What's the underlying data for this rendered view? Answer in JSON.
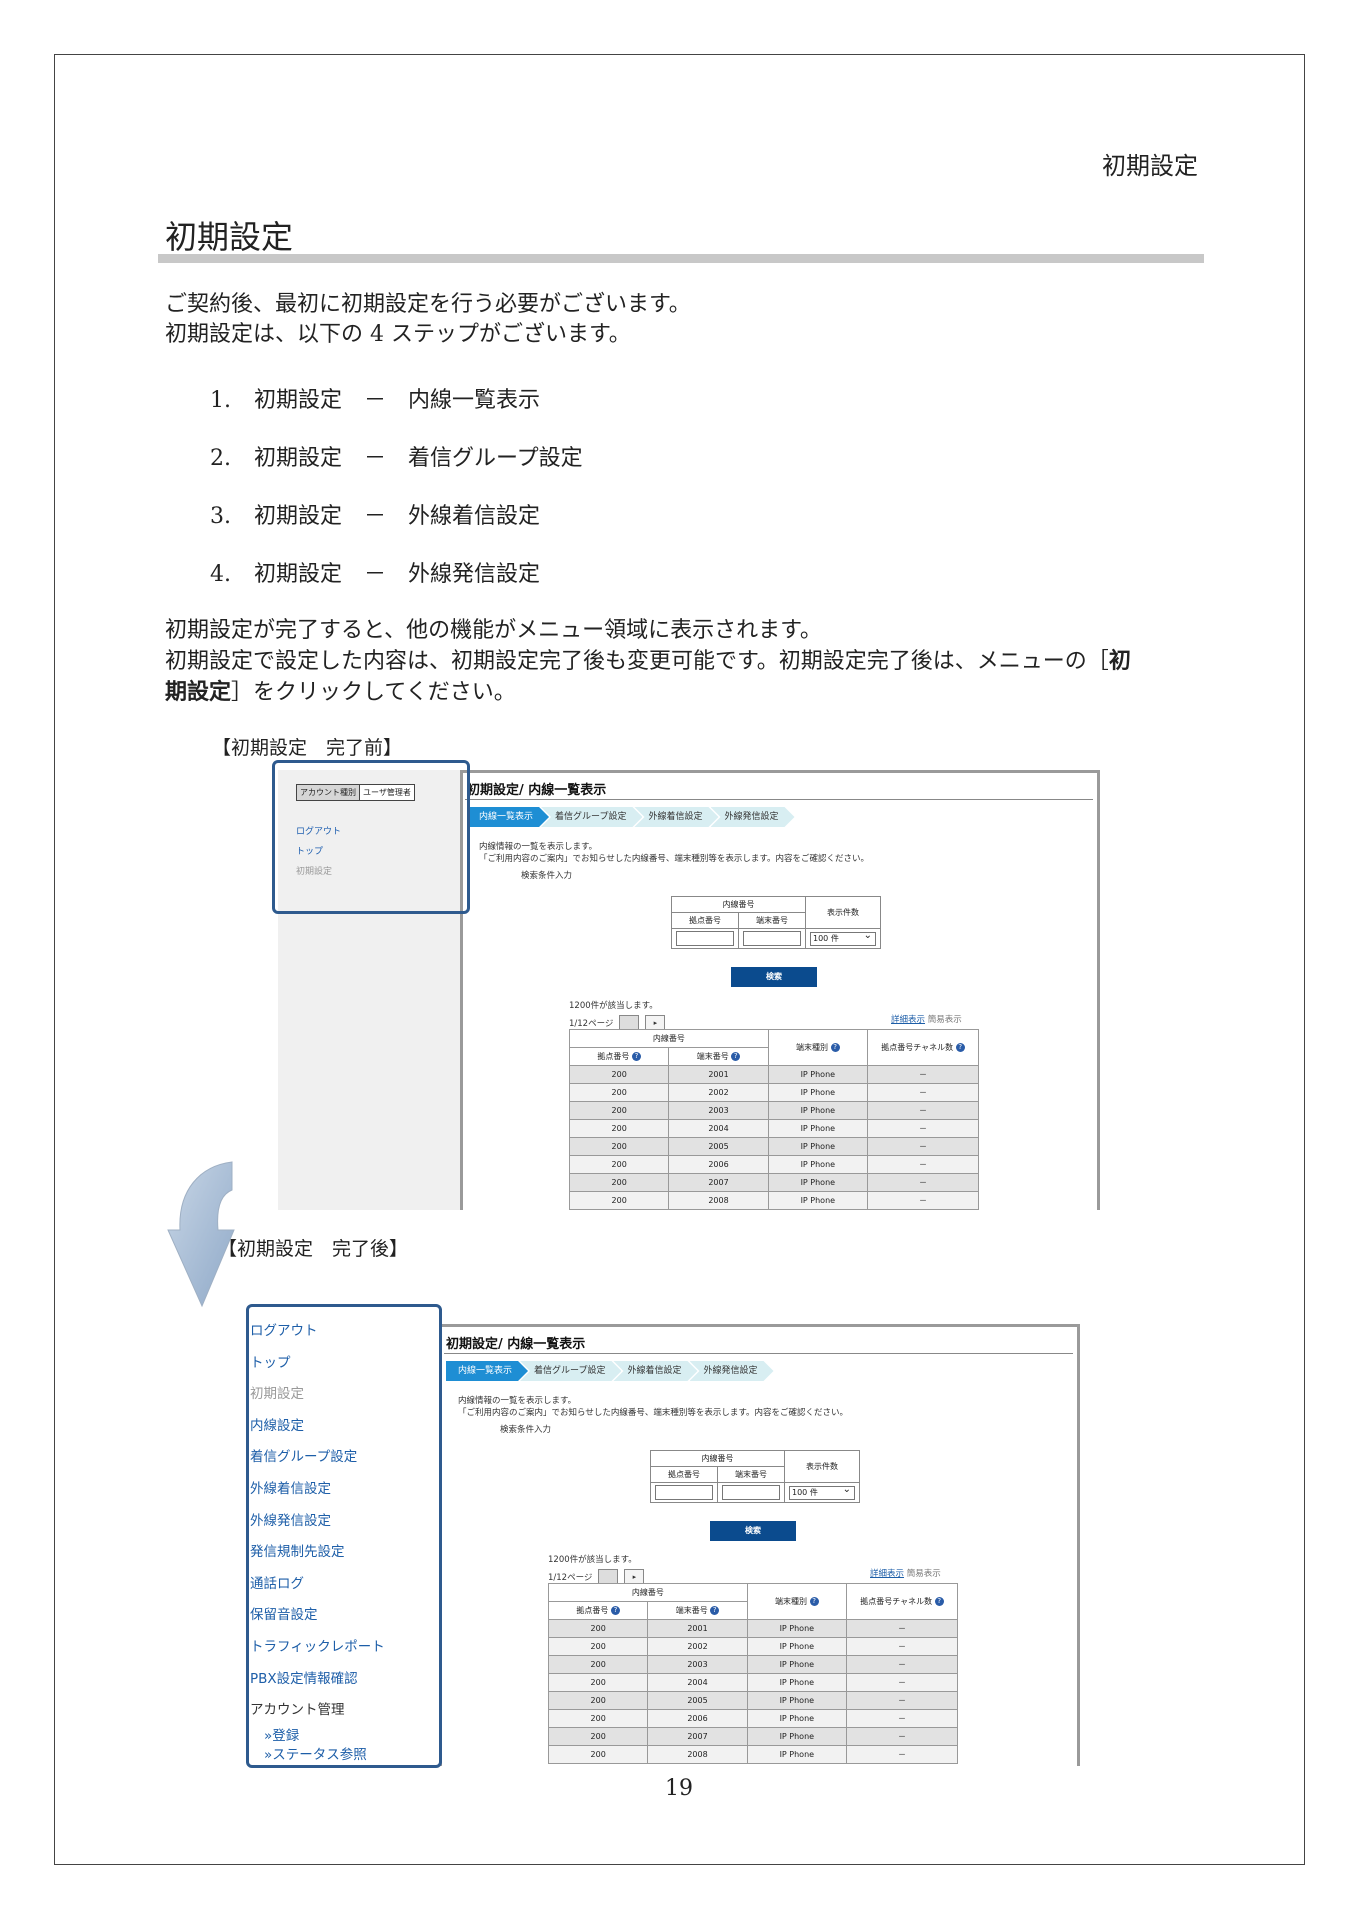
{
  "running_head": "初期設定",
  "page_title": "初期設定",
  "intro": [
    "ご契約後、最初に初期設定を行う必要がございます。",
    "初期設定は、以下の 4 ステップがございます。"
  ],
  "steps": [
    {
      "num": "1.",
      "text": "初期設定　－　内線一覧表示"
    },
    {
      "num": "2.",
      "text": "初期設定　－　着信グループ設定"
    },
    {
      "num": "3.",
      "text": "初期設定　－　外線着信設定"
    },
    {
      "num": "4.",
      "text": "初期設定　－　外線発信設定"
    }
  ],
  "after_text": {
    "line1": "初期設定が完了すると、他の機能がメニュー領域に表示されます。",
    "line2a": "初期設定で設定した内容は、初期設定完了後も変更可能です。初期設定完了後は、メニューの［",
    "line2b": "初",
    "line3a": "期設定",
    "line3b": "］をクリックしてください。"
  },
  "caption_before": "【初期設定　完了前】",
  "caption_after": "【初期設定　完了後】",
  "screen": {
    "heading": "初期設定/ 内線一覧表示",
    "crumbs": [
      "内線一覧表示",
      "着信グループ設定",
      "外線着信設定",
      "外線発信設定"
    ],
    "desc1": "内線情報の一覧を表示します。",
    "desc2": "「ご利用内容のご案内」でお知らせした内線番号、端末種別等を表示します。内容をご確認ください。",
    "search_label": "検索条件入力",
    "form_header": "内線番号",
    "form_col1": "拠点番号",
    "form_col2": "端末番号",
    "form_col3": "表示件数",
    "select_value": "100 件",
    "search_button": "検索",
    "count_text": "1200件が該当します。",
    "pager_text": "1/12ページ",
    "view_detail": "詳細表示",
    "view_simple": "簡易表示",
    "col_group": "内線番号",
    "col_site": "拠点番号",
    "col_term": "端末番号",
    "col_type": "端末種別",
    "col_channel": "拠点番号チャネル数",
    "rows": [
      [
        "200",
        "2001",
        "IP Phone",
        "－"
      ],
      [
        "200",
        "2002",
        "IP Phone",
        "－"
      ],
      [
        "200",
        "2003",
        "IP Phone",
        "－"
      ],
      [
        "200",
        "2004",
        "IP Phone",
        "－"
      ],
      [
        "200",
        "2005",
        "IP Phone",
        "－"
      ],
      [
        "200",
        "2006",
        "IP Phone",
        "－"
      ],
      [
        "200",
        "2007",
        "IP Phone",
        "－"
      ],
      [
        "200",
        "2008",
        "IP Phone",
        "－"
      ]
    ]
  },
  "menu_before": {
    "account_label": "アカウント種別",
    "account_value": "ユーザ管理者",
    "items": [
      "ログアウト",
      "トップ",
      "初期設定"
    ]
  },
  "menu_after": {
    "items": [
      "ログアウト",
      "トップ",
      "初期設定",
      "内線設定",
      "着信グループ設定",
      "外線着信設定",
      "外線発信設定",
      "発信規制先設定",
      "通話ログ",
      "保留音設定",
      "トラフィックレポート",
      "PBX設定情報確認",
      "アカウント管理"
    ],
    "sub_items": [
      "»登録",
      "»ステータス参照"
    ]
  },
  "page_number": "19",
  "colors": {
    "accent": "#1e8ed4",
    "highlight_box": "#2e5a8e",
    "search_button": "#0b4b8e",
    "title_rule": "#c8c8c8"
  }
}
